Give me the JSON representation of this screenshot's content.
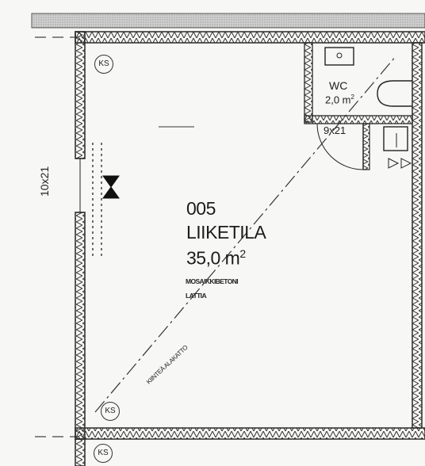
{
  "room": {
    "number": "005",
    "name": "LIIKETILA",
    "area": "35,0 m",
    "area_sup": "2",
    "floor_line1": "MOSAIKKIBETONI",
    "floor_line2": "LATTIA"
  },
  "wc": {
    "label": "WC",
    "area": "2,0 m",
    "area_sup": "2"
  },
  "doors": {
    "right_door": "9x21",
    "left_door": "10x21"
  },
  "annotations": {
    "ceiling": "KIINTEÄ ALAKATTO",
    "ks_marker": "KS"
  },
  "colors": {
    "wall": "#2a2a2a",
    "hatch": "#444444",
    "line": "#333333"
  }
}
